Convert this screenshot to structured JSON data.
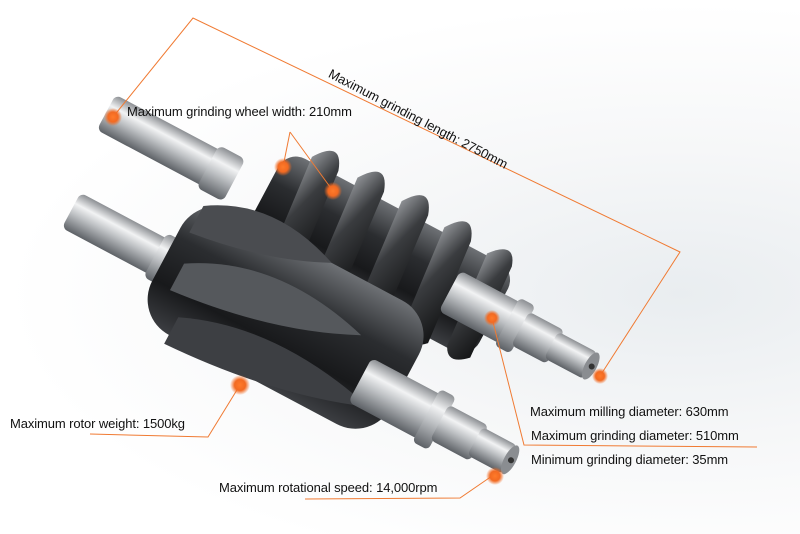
{
  "subject": "Twin screw compressor rotor pair",
  "accent_color": "#f07a32",
  "callouts": {
    "wheel_width": {
      "label": "Maximum grinding wheel width:",
      "value": "210",
      "unit": "mm",
      "text": "Maximum grinding wheel width: 210mm"
    },
    "grinding_length": {
      "label": "Maximum grinding length:",
      "value": "2750",
      "unit": "mm",
      "text": "Maximum grinding length: 2750mm"
    },
    "rotor_weight": {
      "label": "Maximum rotor weight:",
      "value": "1500",
      "unit": "kg",
      "text": "Maximum rotor weight: 1500kg"
    },
    "milling_diameter": {
      "label": "Maximum milling diameter:",
      "value": "630",
      "unit": "mm",
      "text": "Maximum milling diameter: 630mm"
    },
    "max_grinding_diameter": {
      "label": "Maximum grinding diameter:",
      "value": "510",
      "unit": "mm",
      "text": "Maximum grinding diameter: 510mm"
    },
    "min_grinding_diameter": {
      "label": "Minimum grinding diameter:",
      "value": "35",
      "unit": "mm",
      "text": "Minimum grinding diameter: 35mm"
    },
    "rotational_speed": {
      "label": "Maximum rotational speed:",
      "value": "14,000",
      "unit": "rpm",
      "text": "Maximum rotational speed: 14,000rpm"
    }
  }
}
